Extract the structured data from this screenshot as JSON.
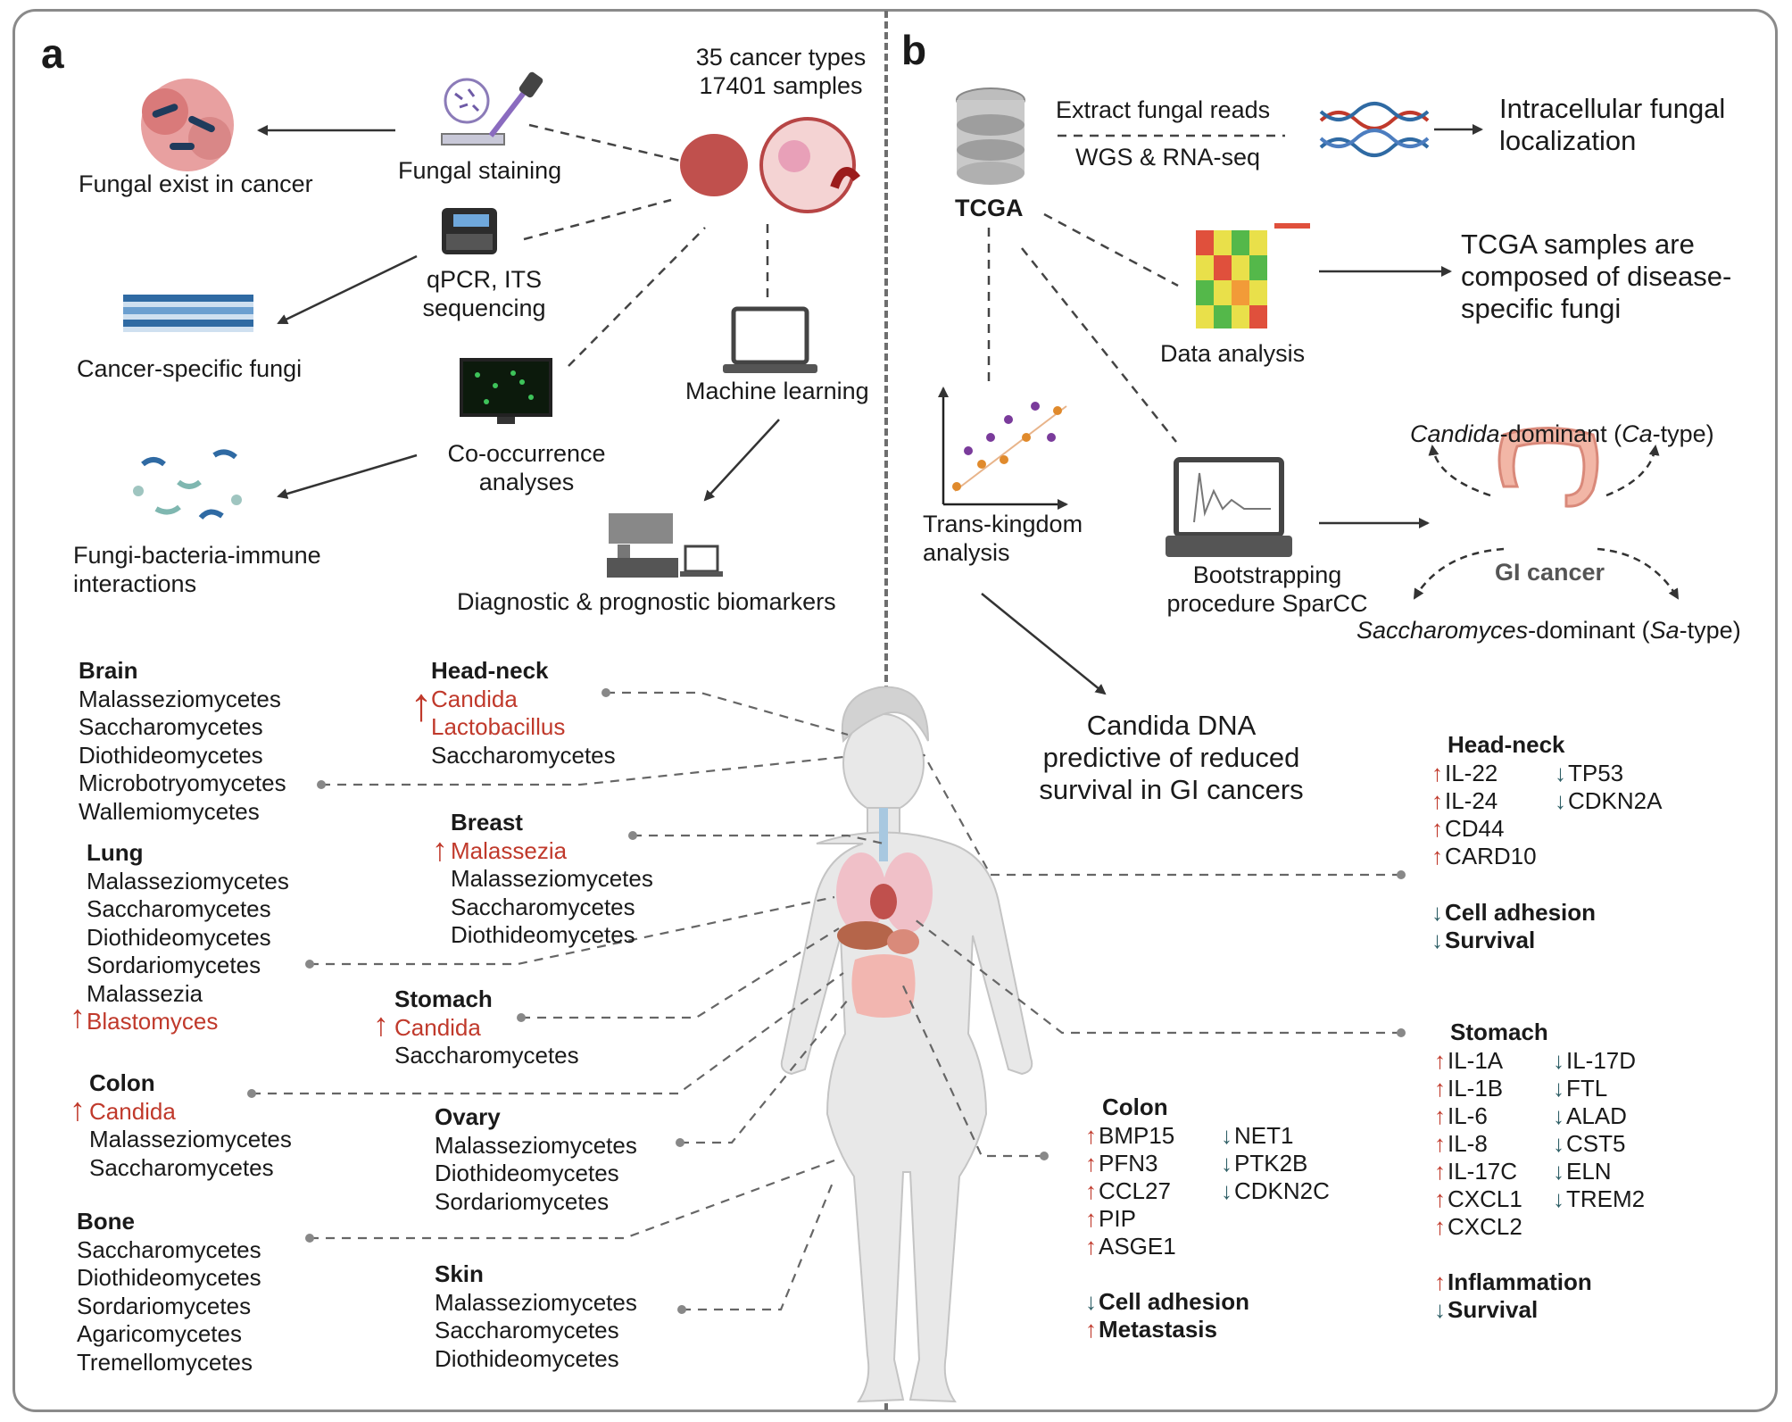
{
  "panels": {
    "a": "a",
    "b": "b"
  },
  "a": {
    "fungal_exist": "Fungal exist in  cancer",
    "fungal_staining": "Fungal staining",
    "samples_line1": "35 cancer types",
    "samples_line2": "17401 samples",
    "qpcr_line1": "qPCR,  ITS",
    "qpcr_line2": "sequencing",
    "cancer_specific": "Cancer-specific fungi",
    "cooccur_line1": "Co-occurrence",
    "cooccur_line2": "analyses",
    "machine_learning": "Machine learning",
    "fbi_line1": "Fungi-bacteria-immune",
    "fbi_line2": "interactions",
    "biomarkers": "Diagnostic  &  prognostic biomarkers"
  },
  "b": {
    "tcga": "TCGA",
    "extract": "Extract fungal reads",
    "wgs": "WGS  &  RNA-seq",
    "intracellular_line1": "Intracellular fungal",
    "intracellular_line2": "localization",
    "data_analysis": "Data analysis",
    "tcga_samples_line1": "TCGA samples are",
    "tcga_samples_line2": "composed of disease-",
    "tcga_samples_line3": "specific fungi",
    "trans_line1": "Trans-kingdom",
    "trans_line2": "analysis",
    "boot_line1": "Bootstrapping",
    "boot_line2": "procedure SparCC",
    "candida_genus": "Candida",
    "candida_dom": "-dominant (",
    "candida_abbr": "Ca",
    "candida_type": "-type)",
    "gi_cancer": "GI cancer",
    "sacch_genus": "Saccharomyces",
    "sacch_dom": "-dominant (",
    "sacch_abbr": "Sa",
    "sacch_type": "-type)",
    "dna_line1": "Candida DNA",
    "dna_line2": "predictive of reduced",
    "dna_line3": "survival in GI cancers"
  },
  "organs": {
    "brain": {
      "title": "Brain",
      "items": [
        "Malasseziomycetes",
        "Saccharomycetes",
        "Diothideomycetes",
        "Microbotryomycetes",
        "Wallemiomycetes"
      ]
    },
    "lung": {
      "title": "Lung",
      "items": [
        "Malasseziomycetes",
        "Saccharomycetes",
        "Diothideomycetes",
        "Sordariomycetes",
        "Malassezia"
      ],
      "up": "Blastomyces"
    },
    "colon": {
      "title": "Colon",
      "up": "Candida",
      "items": [
        "Malasseziomycetes",
        "Saccharomycetes"
      ]
    },
    "bone": {
      "title": "Bone",
      "items": [
        "Saccharomycetes",
        "Diothideomycetes",
        "Sordariomycetes",
        "Agaricomycetes",
        "Tremellomycetes"
      ]
    },
    "headneck": {
      "title": "Head-neck",
      "up1": "Candida",
      "up2": "Lactobacillus",
      "items": [
        "Saccharomycetes"
      ]
    },
    "breast": {
      "title": "Breast",
      "up": "Malassezia",
      "items": [
        "Malasseziomycetes",
        "Saccharomycetes",
        "Diothideomycetes"
      ]
    },
    "stomach": {
      "title": "Stomach",
      "up": "Candida",
      "items": [
        "Saccharomycetes"
      ]
    },
    "ovary": {
      "title": "Ovary",
      "items": [
        "Malasseziomycetes",
        "Diothideomycetes",
        "Sordariomycetes"
      ]
    },
    "skin": {
      "title": "Skin",
      "items": [
        "Malasseziomycetes",
        "Saccharomycetes",
        "Diothideomycetes"
      ]
    }
  },
  "genes": {
    "headneck": {
      "title": "Head-neck",
      "up": [
        "IL-22",
        "IL-24",
        "CD44",
        "CARD10"
      ],
      "down": [
        "TP53",
        "CDKN2A"
      ],
      "effects_down": [
        "Cell adhesion",
        "Survival"
      ]
    },
    "stomach": {
      "title": "Stomach",
      "up": [
        "IL-1A",
        "IL-1B",
        "IL-6",
        "IL-8",
        "IL-17C",
        "CXCL1",
        "CXCL2"
      ],
      "down": [
        "IL-17D",
        "FTL",
        "ALAD",
        "CST5",
        "ELN",
        "TREM2"
      ],
      "effect_up": "Inflammation",
      "effect_down": "Survival"
    },
    "colon": {
      "title": "Colon",
      "up": [
        "BMP15",
        "PFN3",
        "CCL27",
        "PIP",
        "ASGE1"
      ],
      "down": [
        "NET1",
        "PTK2B",
        "CDKN2C"
      ],
      "effect_down": "Cell adhesion",
      "effect_up": "Metastasis"
    }
  },
  "colors": {
    "up_arrow": "#c0392b",
    "down_arrow": "#2f5f66",
    "frame": "#8a8a8a",
    "dash": "#555555"
  }
}
